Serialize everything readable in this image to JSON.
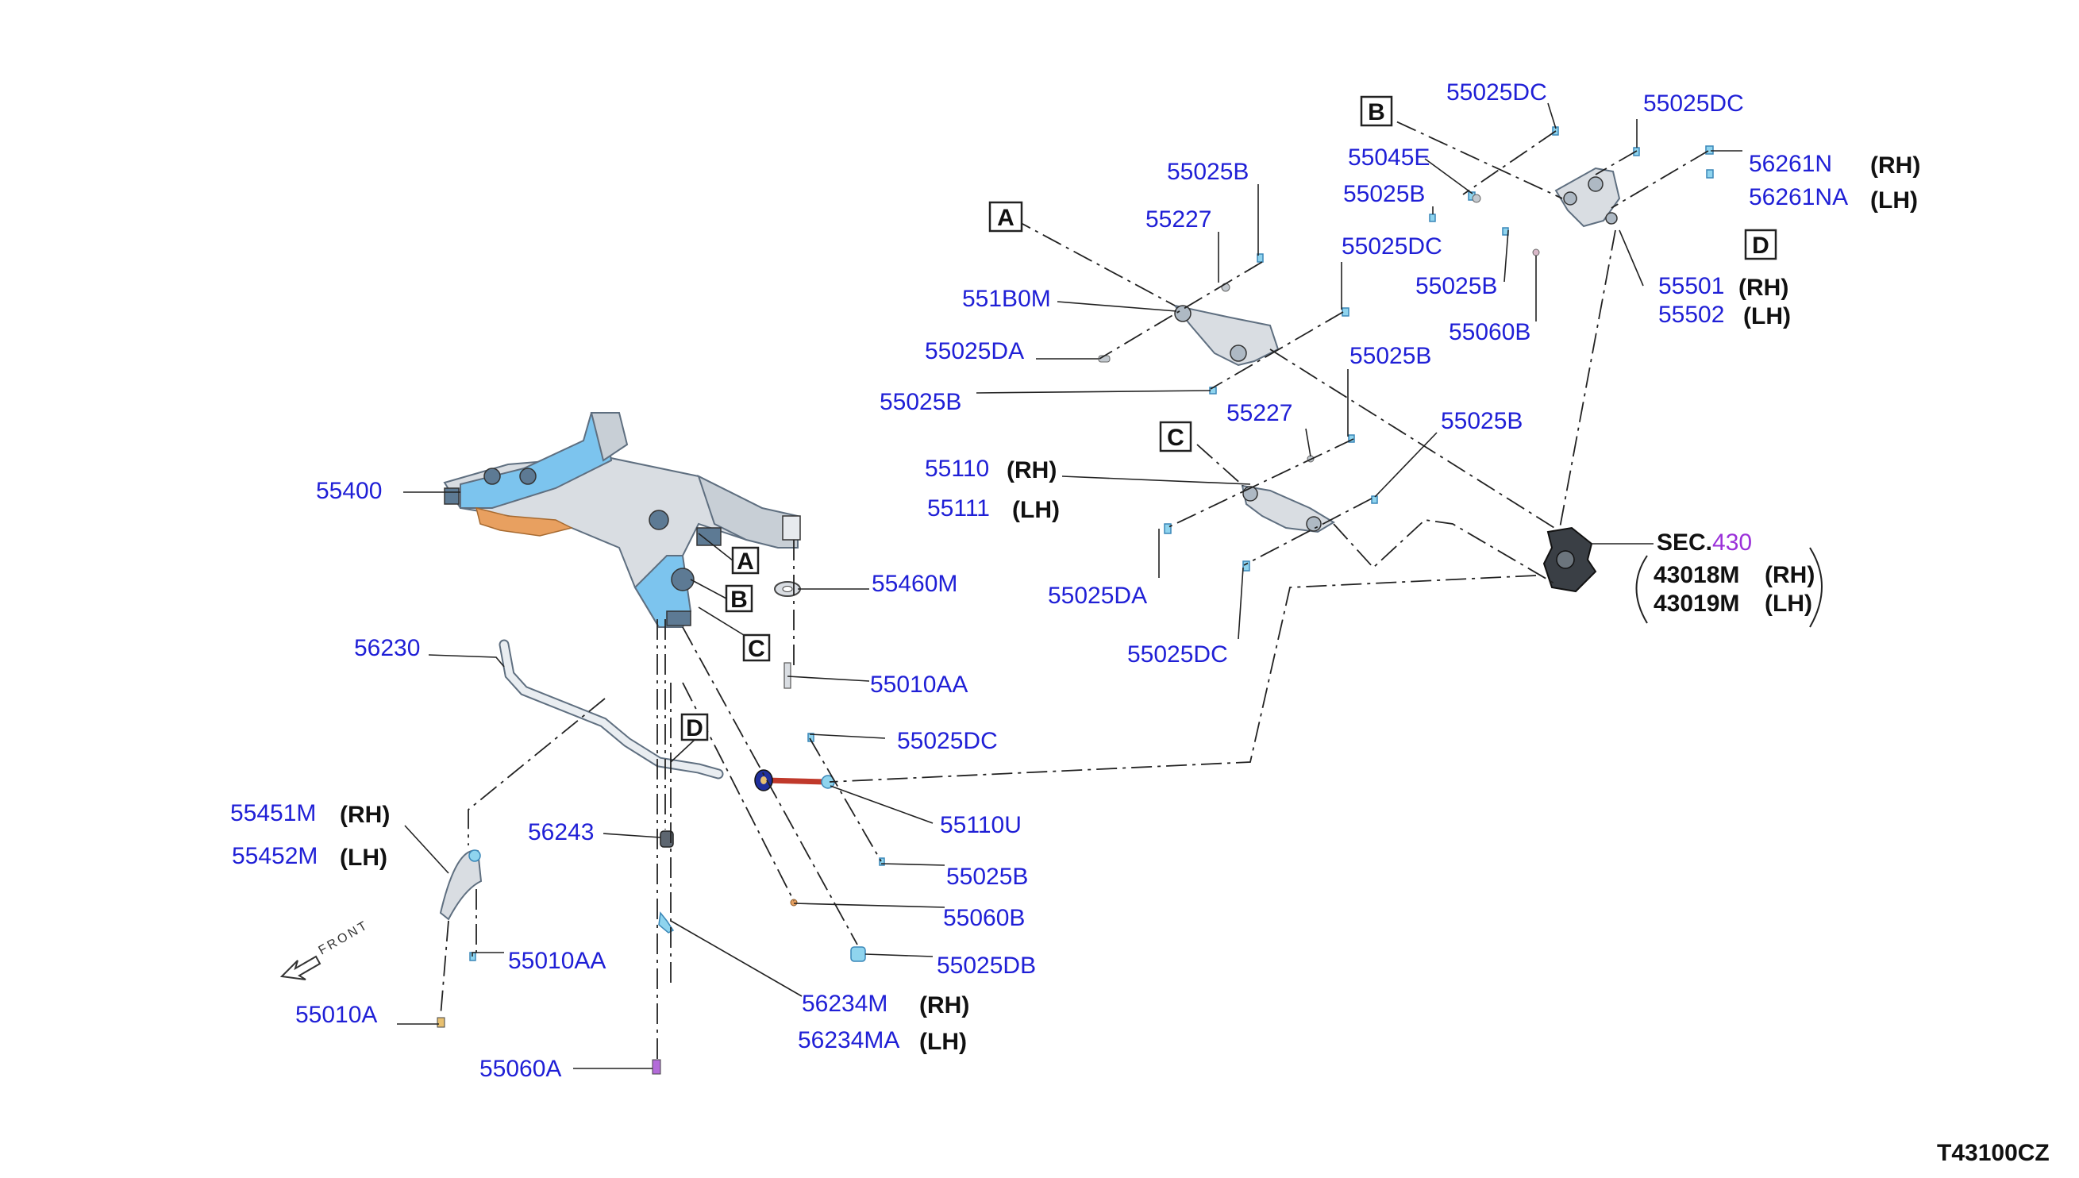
{
  "parts": {
    "p55400": "55400",
    "p55460M": "55460M",
    "p55010AA_a": "55010AA",
    "p56230": "56230",
    "p55025DC_a": "55025DC",
    "p55110U": "55110U",
    "p55451M": "55451M",
    "p55452M": "55452M",
    "p56243": "56243",
    "p55025B_a": "55025B",
    "p55060B_a": "55060B",
    "p55010AA_b": "55010AA",
    "p55025DB": "55025DB",
    "p55010A": "55010A",
    "p56234M": "56234M",
    "p56234MA": "56234MA",
    "p55060A": "55060A",
    "p55025B_b": "55025B",
    "p55227_a": "55227",
    "p551B0M": "551B0M",
    "p55025DA_a": "55025DA",
    "p55025B_c": "55025B",
    "p55025DC_b": "55025DC",
    "p55025B_d": "55025B",
    "p55227_b": "55227",
    "p55110": "55110",
    "p55111": "55111",
    "p55025B_e": "55025B",
    "p55025DA_b": "55025DA",
    "p55025DC_c": "55025DC",
    "p55025DC_d": "55025DC",
    "p55025DC_e": "55025DC",
    "p55045E": "55045E",
    "p55025B_f": "55025B",
    "p56261N": "56261N",
    "p56261NA": "56261NA",
    "p55025B_g": "55025B",
    "p55060B_b": "55060B",
    "p55501": "55501",
    "p55502": "55502",
    "p43018M": "43018M",
    "p43019M": "43019M"
  },
  "sides": {
    "rh": "(RH)",
    "lh": "(LH)"
  },
  "sec": {
    "prefix": "SEC.",
    "number": "430"
  },
  "callouts": {
    "a": "A",
    "b": "B",
    "c": "C",
    "d": "D"
  },
  "front_label": "FRONT",
  "drawing_code": "T43100CZ",
  "colors": {
    "part_number": "#1f1fd6",
    "sec_number": "#9b30d9",
    "highlight_blue": "#7cc4ee",
    "highlight_orange": "#e8a060",
    "link_red": "#c0392b"
  }
}
